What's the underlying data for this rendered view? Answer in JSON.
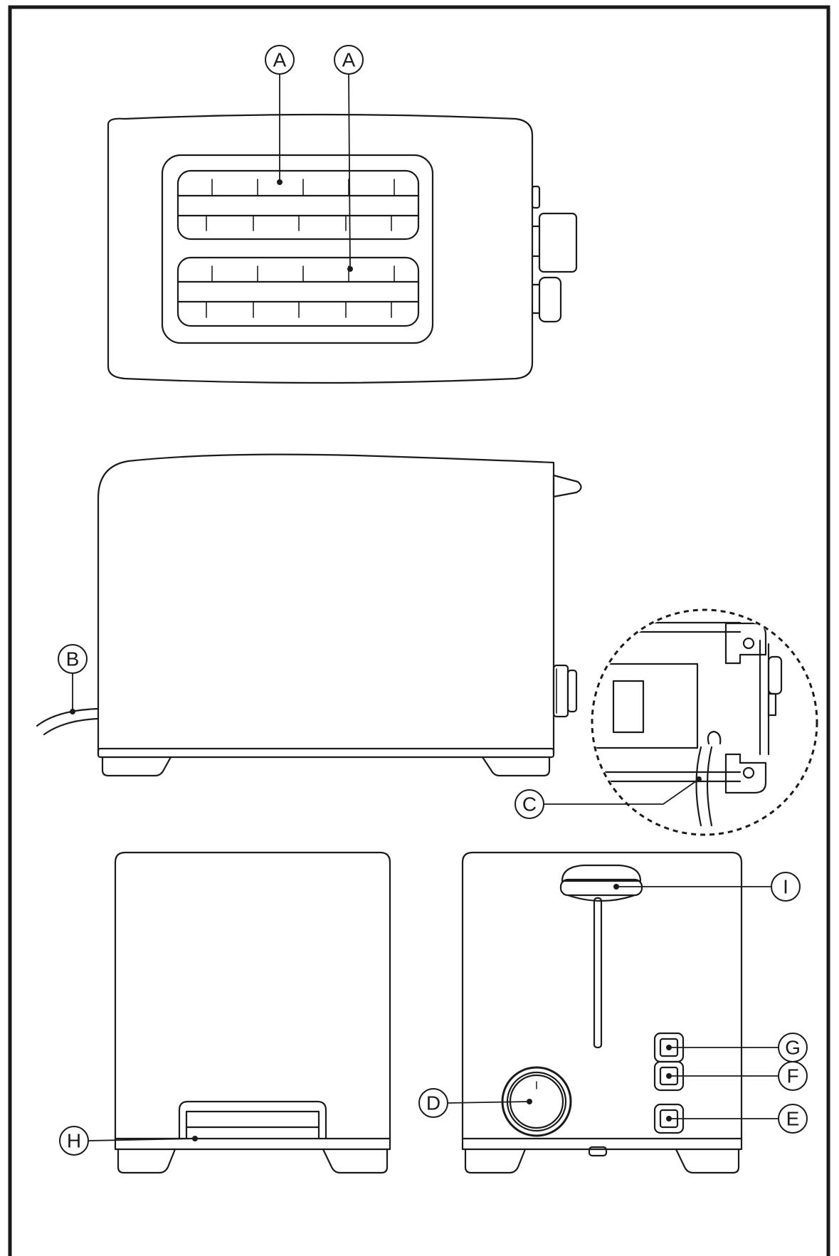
{
  "callouts": {
    "a1": "A",
    "a2": "A",
    "b": "B",
    "c": "C",
    "d": "D",
    "e": "E",
    "f": "F",
    "g": "G",
    "h": "H",
    "i": "I"
  },
  "dial": {
    "tick": "I"
  }
}
